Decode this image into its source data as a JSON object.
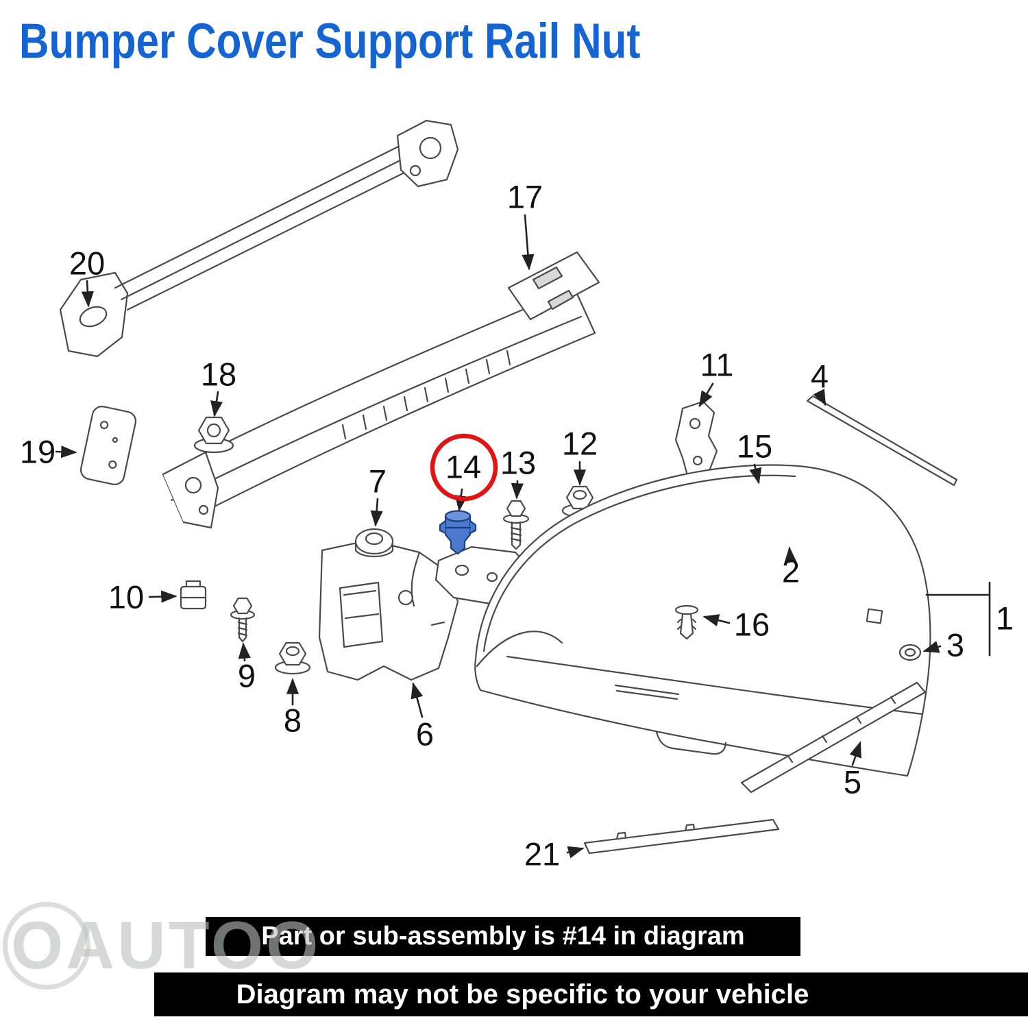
{
  "title": "Bumper Cover Support Rail Nut",
  "watermark": "OAUTOO",
  "banners": {
    "line1": "Part or sub-assembly is #14 in diagram",
    "line2": "Diagram may not be specific to your vehicle"
  },
  "highlight": {
    "part_number": "14",
    "circle_color": "#e11414",
    "part_fill": "#4b79cd"
  },
  "colors": {
    "title": "#1464d2",
    "diagram_line": "#4a4a4a",
    "banner_bg": "#000000",
    "banner_text": "#ffffff"
  },
  "parts": [
    {
      "number": "1"
    },
    {
      "number": "2"
    },
    {
      "number": "3"
    },
    {
      "number": "4"
    },
    {
      "number": "5"
    },
    {
      "number": "6"
    },
    {
      "number": "7"
    },
    {
      "number": "8"
    },
    {
      "number": "9"
    },
    {
      "number": "10"
    },
    {
      "number": "11"
    },
    {
      "number": "12"
    },
    {
      "number": "13"
    },
    {
      "number": "14"
    },
    {
      "number": "15"
    },
    {
      "number": "16"
    },
    {
      "number": "17"
    },
    {
      "number": "18"
    },
    {
      "number": "19"
    },
    {
      "number": "20"
    },
    {
      "number": "21"
    }
  ]
}
